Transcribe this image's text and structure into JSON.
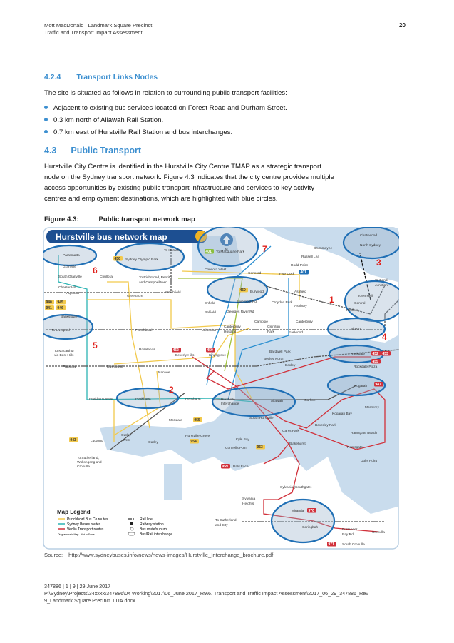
{
  "header": {
    "line1": "Mott MacDonald | Landmark Square Precinct",
    "line2": "Traffic and Transport Impact Assessment",
    "page_number": "20"
  },
  "section_424": {
    "number": "4.2.4",
    "title": "Transport Links Nodes",
    "intro": "The site is situated as follows in relation to surrounding public transport facilities:",
    "bullets": [
      "Adjacent to existing bus services located on Forest Road and Durham Street.",
      "0.3 km north of Allawah Rail Station.",
      "0.7 km east of Hurstville Rail Station and bus interchanges."
    ]
  },
  "section_43": {
    "number": "4.3",
    "title": "Public Transport",
    "paragraph_lines": [
      "Hurstville City Centre is identified in the Hurstville City Centre TMAP as a strategic transport",
      "node on the Sydney transport network. Figure 4.3 indicates that the city centre provides multiple",
      "access opportunities by existing public transport infrastructure and services to key activity",
      "centres and employment destinations, which are highlighted with blue circles."
    ]
  },
  "figure": {
    "label": "Figure 4.3:",
    "title": "Public transport network map",
    "map": {
      "title": "Hurstville bus network map",
      "north": "N",
      "stations": [
        "Parramatta",
        "Granville",
        "South Granville",
        "Chester Hill",
        "Yagoona",
        "Bankstown",
        "To Liverpool",
        "Chullora",
        "Sydney Olympic Park",
        "To Hornsby",
        "To Macquarie Park",
        "Concord West",
        "To Richmond, Penrith",
        "and Campbelltown",
        "Strathfield",
        "Greenacre",
        "Enfield",
        "Belfield",
        "Punchbowl",
        "Lakemba",
        "To Macarthur",
        "via East Hills",
        "Padstow",
        "Riverwood",
        "Roselands",
        "Beverly Hills",
        "Kingsgrove",
        "Narwee",
        "Drummoyne",
        "Russell Lea",
        "Rodd Point",
        "Five Dock",
        "Concord",
        "Burwood",
        "Ashfield",
        "Liverpool Rd",
        "Croydon Park",
        "Ashbury",
        "Georges River Rd",
        "Campsie",
        "Canterbury",
        "Canterbury",
        "Hospital",
        "Clemton",
        "Park",
        "Earlwood",
        "Bardwell Park",
        "Bexley North",
        "Bexley",
        "Chatswood",
        "North Sydney",
        "To Bondi",
        "Junction",
        "Town Hall",
        "Central",
        "Redfern",
        "Airport",
        "Rockdale",
        "Rockdale Plaza",
        "Kogarah",
        "Peakhurst West",
        "Peakhurst",
        "Penshurst",
        "Mortdale",
        "Oatley",
        "West",
        "Oatley",
        "Lugarno",
        "Hurstville Grove",
        "To Sutherland,",
        "Wollongong and",
        "Cronulla",
        "Hurstville",
        "Interchange",
        "Allawah",
        "Carlton",
        "Monterey",
        "Kogarah Bay",
        "South Hurstville",
        "Beverley Park",
        "Carss Park",
        "Ramsgate Beach",
        "Ramsgate",
        "Blakehurst",
        "Kyle Bay",
        "Connells Point",
        "Dolls Point",
        "Bald Face",
        "Sylvania (Southgate)",
        "Sylvania",
        "Heights",
        "Miranda",
        "To Sutherland",
        "and City",
        "Caringbah",
        "Burraneer",
        "Bay Rd",
        "Cronulla",
        "South Cronulla"
      ],
      "route_badges": [
        "401",
        "450",
        "940",
        "945",
        "941",
        "946",
        "452",
        "450",
        "401",
        "450",
        "452",
        "453",
        "455",
        "947",
        "955",
        "943",
        "954",
        "953",
        "959",
        "970",
        "971"
      ],
      "annotations": [
        "1",
        "2",
        "3",
        "4",
        "5",
        "6",
        "7"
      ],
      "legend": {
        "title": "Map Legend",
        "items": [
          "Punchbowl Bus Co routes",
          "Sydney Buses routes",
          "Veolia Transport routes",
          "Diagrammatic Map - Not to Scale",
          "Rail line",
          "Railway station",
          "Bus route/suburb",
          "Bus/Rail interchange"
        ]
      },
      "colors": {
        "punchbowl": "#f2c94c",
        "sydney_buses": "#2bb3b3",
        "veolia": "#d1303a",
        "rail": "#555555",
        "highlight": "#1f6fb5",
        "water": "#c9dced",
        "title_bar": "#1d4f91"
      }
    },
    "source_label": "Source:",
    "source_url": "http://www.sydneybuses.info/news/news-images/Hurstville_Interchange_brochure.pdf"
  },
  "footer": {
    "line1": "347886 | 1 | 9 | 29 June 2017",
    "line2": "P:\\Sydney\\Projects\\34xxxx\\347886\\04 Working\\2017\\06_June 2017_R9\\6. Transport and Traffic Impact Assessment\\2017_06_29_347886_Rev",
    "line3": "9_Landmark Square Precinct TTIA.docx"
  }
}
